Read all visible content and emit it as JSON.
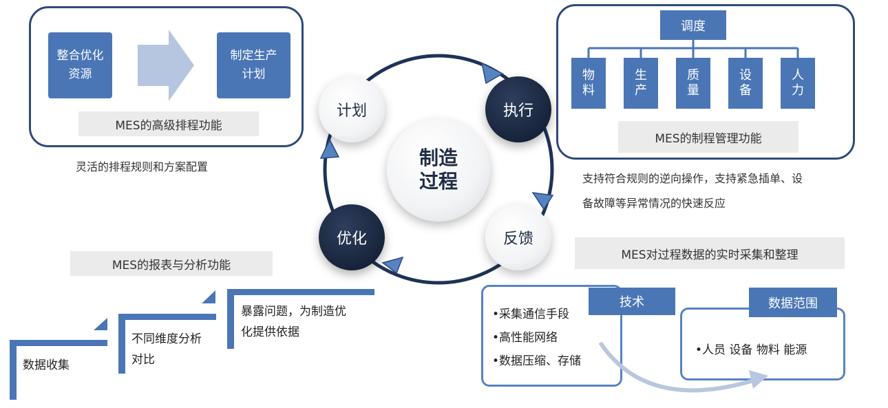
{
  "center": {
    "label_line1": "制造",
    "label_line2": "过程"
  },
  "cycle": {
    "plan": "计划",
    "execute": "执行",
    "feedback": "反馈",
    "optimize": "优化"
  },
  "scheduling_panel": {
    "box_left_line1": "整合优化",
    "box_left_line2": "资源",
    "box_right_line1": "制定生产",
    "box_right_line2": "计划",
    "caption": "MES的高级排程功能",
    "note": "灵活的排程规则和方案配置"
  },
  "control_panel": {
    "top": "调度",
    "items": [
      {
        "c1": "物",
        "c2": "料"
      },
      {
        "c1": "生",
        "c2": "产"
      },
      {
        "c1": "质",
        "c2": "量"
      },
      {
        "c1": "设",
        "c2": "备"
      },
      {
        "c1": "人",
        "c2": "力"
      }
    ],
    "caption": "MES的制程管理功能",
    "note_line1": "支持符合规则的逆向操作，支持紧急插单、设",
    "note_line2": "备故障等异常情况的快速反应"
  },
  "report_panel": {
    "caption": "MES的报表与分析功能",
    "step1": "数据收集",
    "step2_line1": "不同维度分析",
    "step2_line2": "对比",
    "step3_line1": "暴露问题，为制造优",
    "step3_line2": "化提供依据"
  },
  "data_panel": {
    "caption": "MES对过程数据的实时采集和整理",
    "tech_tag": "技术",
    "tech_items": [
      "•采集通信手段",
      "•高性能网络",
      "•数据压缩、存储"
    ],
    "range_tag": "数据范围",
    "range_item": "•人员 设备 物料 能源"
  },
  "colors": {
    "primary_blue": "#4a76b6",
    "dark_navy": "#17243b",
    "frame_blue": "#2e4a7a",
    "gray_bar": "#ebebeb"
  }
}
